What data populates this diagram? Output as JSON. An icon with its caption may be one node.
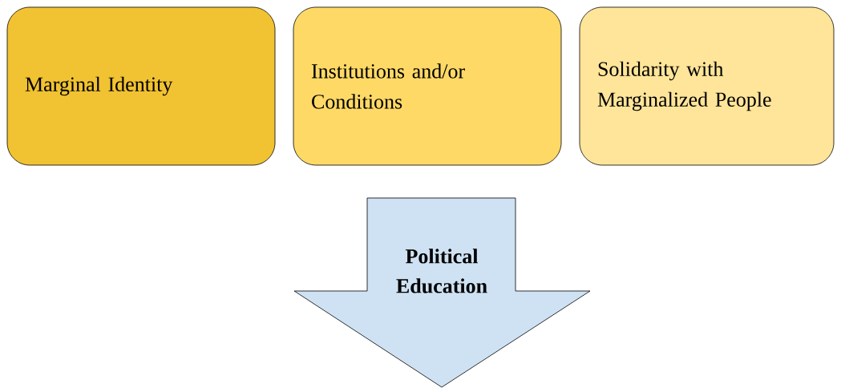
{
  "diagram": {
    "nodes": [
      {
        "text": [
          "Marginal Identity"
        ]
      },
      {
        "text": [
          "Institutions and/or Conditions"
        ]
      },
      {
        "text": [
          "Solidarity with Marginalized People"
        ]
      },
      {
        "text": [
          "Political Education"
        ]
      }
    ]
  }
}
